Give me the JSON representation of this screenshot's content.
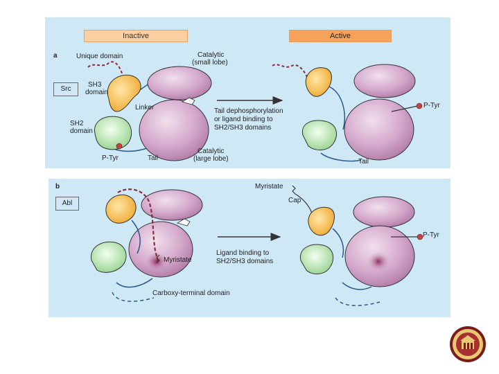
{
  "panel_a": {
    "letter": "a",
    "kinase": "Src",
    "inactive_label": "Inactive",
    "active_label": "Active",
    "unique_domain": "Unique domain",
    "sh3": "SH3",
    "domain": "domain",
    "sh2": "SH2",
    "linker": "Linker",
    "catalytic": "Catalytic",
    "small_lobe": "(small lobe)",
    "large_lobe": "(large lobe)",
    "ptyr": "P-Tyr",
    "tail": "Tail",
    "transition_line1": "Tail dephosphorylation",
    "transition_line2": "or ligand binding to",
    "transition_line3": "SH2/SH3 domains",
    "active_ptyr": "P-Tyr",
    "active_tail": "Tail"
  },
  "panel_b": {
    "letter": "b",
    "kinase": "Abl",
    "myristate": "Myristate",
    "myristate_active": "Myristate",
    "cap": "Cap",
    "transition_line1": "Ligand binding to",
    "transition_line2": "SH2/SH3 domains",
    "carboxy": "Carboxy-terminal domain",
    "ptyr": "P-Tyr"
  },
  "colors": {
    "panel_bg": "#cfe8f6",
    "sh3": "#f3b43a",
    "sh2": "#a9dca0",
    "catalytic": "#c99bbf",
    "phospho": "#c84040",
    "myristate_chain": "#8e2a3a"
  },
  "seal_icon": "university-seal-icon"
}
